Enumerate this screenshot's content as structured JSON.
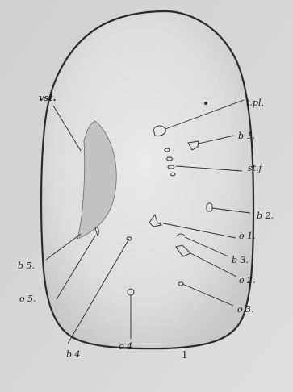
{
  "figure": {
    "number": "1",
    "labels": {
      "vst": "vst.",
      "tpl": "t.pl.",
      "b1": "b 1.",
      "stj": "st.j",
      "b2": "b 2.",
      "o1": "o 1.",
      "b3": "b 3.",
      "b5": "b 5.",
      "o2": "o 2.",
      "o5": "o 5.",
      "o3": "o 3.",
      "b4": "b 4.",
      "o4": "o 4."
    }
  }
}
